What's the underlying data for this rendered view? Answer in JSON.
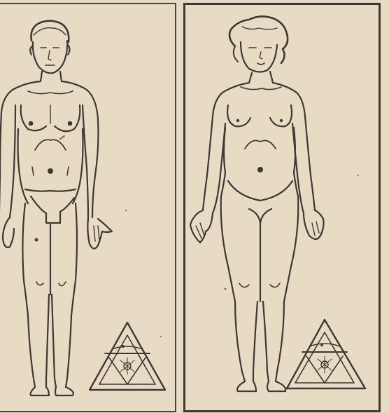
{
  "figure": {
    "panels": [
      {
        "subject": "male-figure",
        "emblem": "triangle-emblem"
      },
      {
        "subject": "female-figure",
        "emblem": "triangle-emblem"
      }
    ],
    "colors": {
      "paper": "#e8dbc4",
      "ink": "#3e3832",
      "accent_mark": "#b4522d"
    }
  }
}
